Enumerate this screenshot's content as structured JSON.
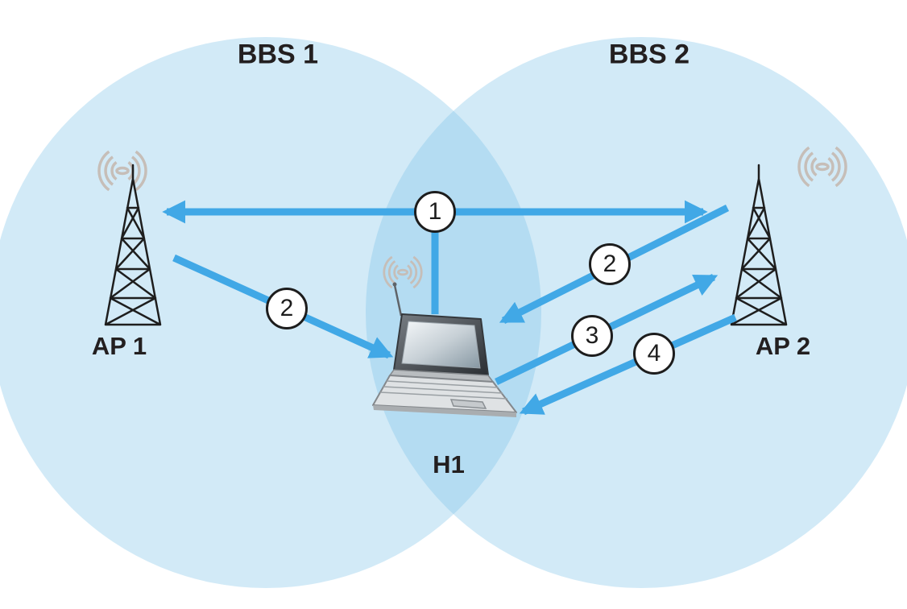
{
  "regions": [
    {
      "label": "BBS 1"
    },
    {
      "label": "BBS 2"
    }
  ],
  "nodes": [
    {
      "label": "AP 1",
      "type": "access-point"
    },
    {
      "label": "AP 2",
      "type": "access-point"
    },
    {
      "label": "H1",
      "type": "laptop-host"
    }
  ],
  "steps": [
    {
      "label": "1"
    },
    {
      "label": "2"
    },
    {
      "label": "2"
    },
    {
      "label": "3"
    },
    {
      "label": "4"
    }
  ],
  "icons": {
    "access_point": "antenna-tower",
    "host": "laptop",
    "signal": "radio-waves"
  },
  "colors": {
    "region_fill": "#7fc3e8",
    "arrow_blue": "#41a8e6",
    "text": "#231f20",
    "waves_gray": "#c6beb8"
  }
}
